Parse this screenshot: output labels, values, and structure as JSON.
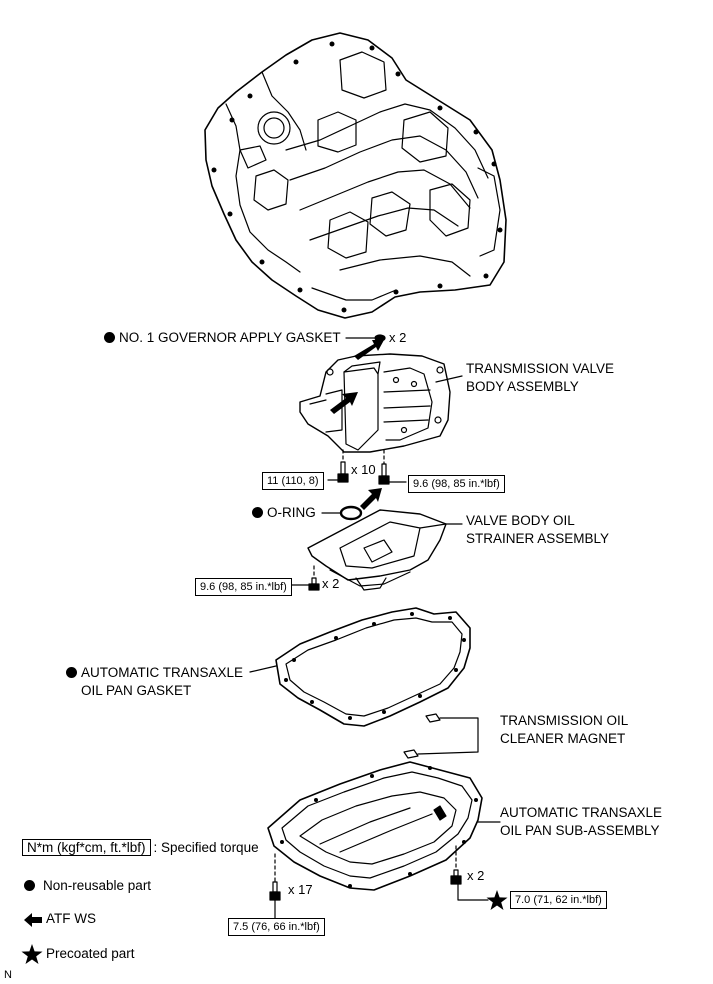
{
  "labels": {
    "gov_gasket": "NO. 1 GOVERNOR APPLY GASKET",
    "gov_qty": "x 2",
    "valve_body": [
      "TRANSMISSION VALVE",
      "BODY ASSEMBLY"
    ],
    "bolt_qty_10": "x 10",
    "o_ring": "O-RING",
    "strainer": [
      "VALVE BODY OIL",
      "STRAINER ASSEMBLY"
    ],
    "strainer_qty": "x 2",
    "pan_gasket": [
      "AUTOMATIC TRANSAXLE",
      "OIL PAN GASKET"
    ],
    "magnet": [
      "TRANSMISSION OIL",
      "CLEANER MAGNET"
    ],
    "pan": [
      "AUTOMATIC TRANSAXLE",
      "OIL PAN SUB-ASSEMBLY"
    ],
    "pan_qty_17": "x 17",
    "plug_qty_2": "x 2"
  },
  "torques": {
    "t1": "11 (110, 8)",
    "t2": "9.6 (98, 85 in.*lbf)",
    "t3": "9.6 (98, 85 in.*lbf)",
    "t4": "7.5 (76, 66 in.*lbf)",
    "t5": "7.0 (71, 62 in.*lbf)"
  },
  "legend": {
    "torque_box": "N*m (kgf*cm, ft.*lbf)",
    "torque_text": ": Specified torque",
    "nonreusable": "Non-reusable part",
    "atf": "ATF WS",
    "precoated": "Precoated part"
  },
  "corner_mark": "N"
}
